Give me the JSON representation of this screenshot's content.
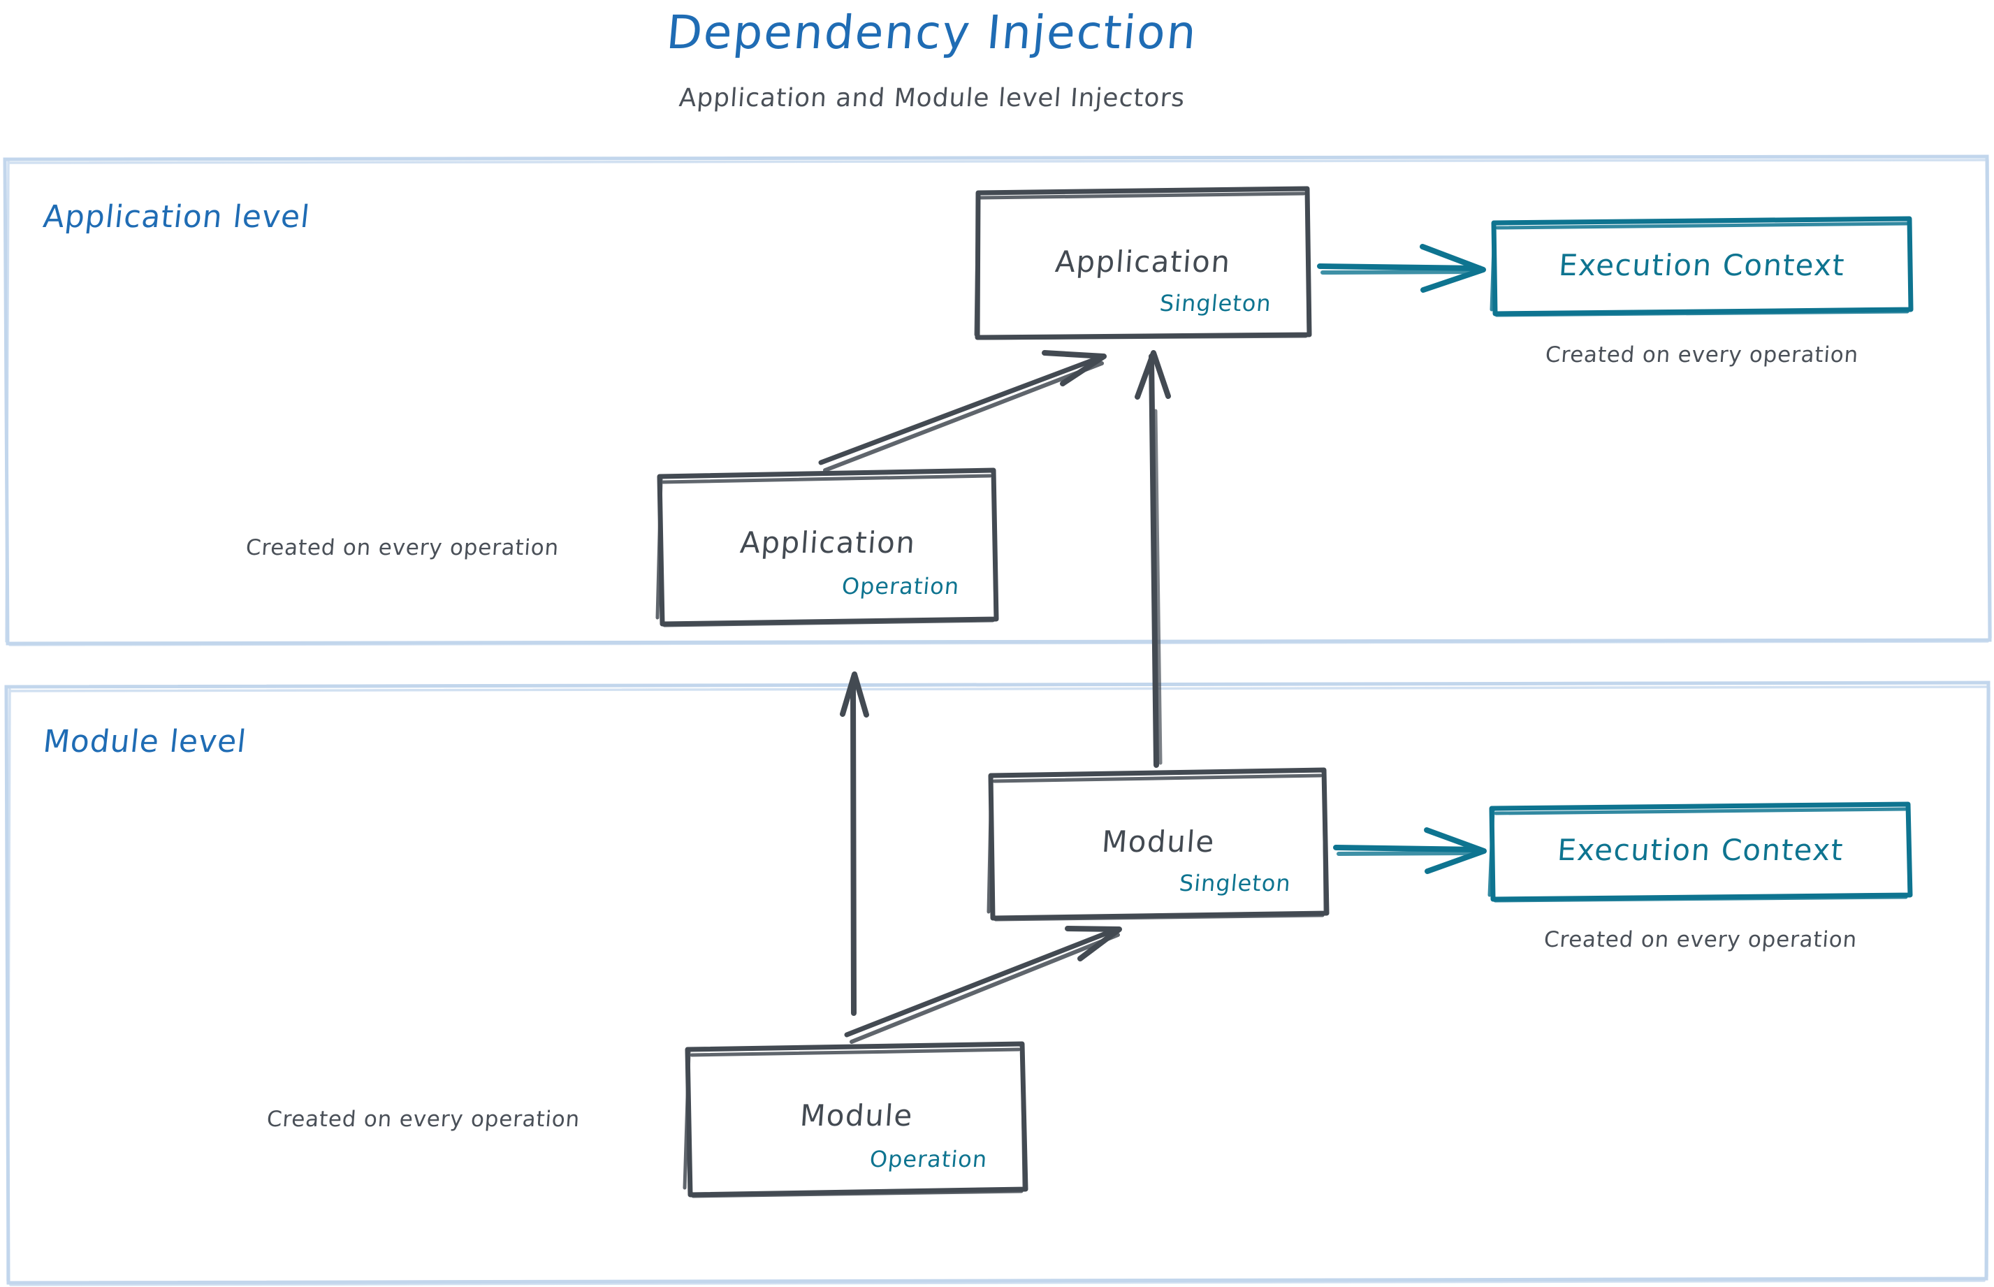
{
  "header": {
    "title": "Dependency Injection",
    "subtitle": "Application and Module level Injectors",
    "title_color": "#1f6cb4",
    "subtitle_color": "#4a5058"
  },
  "colors": {
    "accent_blue": "#1f6cb4",
    "teal": "#0e7490",
    "sketch_gray": "#434a52",
    "container_border": "#c2d6ec"
  },
  "zones": [
    {
      "label": "Application level"
    },
    {
      "label": "Module level"
    }
  ],
  "application_level": {
    "singleton_box": {
      "title": "Application",
      "scope": "Singleton"
    },
    "operation_box": {
      "title": "Application",
      "scope": "Operation"
    },
    "execution_context": {
      "title": "Execution Context",
      "caption": "Created on every operation"
    },
    "operation_caption": "Created on every operation"
  },
  "module_level": {
    "singleton_box": {
      "title": "Module",
      "scope": "Singleton"
    },
    "operation_box": {
      "title": "Module",
      "scope": "Operation"
    },
    "execution_context": {
      "title": "Execution Context",
      "caption": "Created on every operation"
    },
    "operation_caption": "Created on every operation"
  },
  "arrows": [
    {
      "name": "app-singleton-to-execution-context",
      "color": "#0e7490"
    },
    {
      "name": "module-singleton-to-execution-context",
      "color": "#0e7490"
    },
    {
      "name": "app-operation-to-app-singleton",
      "color": "#434a52"
    },
    {
      "name": "module-singleton-to-app-singleton",
      "color": "#434a52"
    },
    {
      "name": "module-operation-to-module-singleton",
      "color": "#434a52"
    },
    {
      "name": "module-operation-to-app-operation",
      "color": "#434a52"
    }
  ]
}
